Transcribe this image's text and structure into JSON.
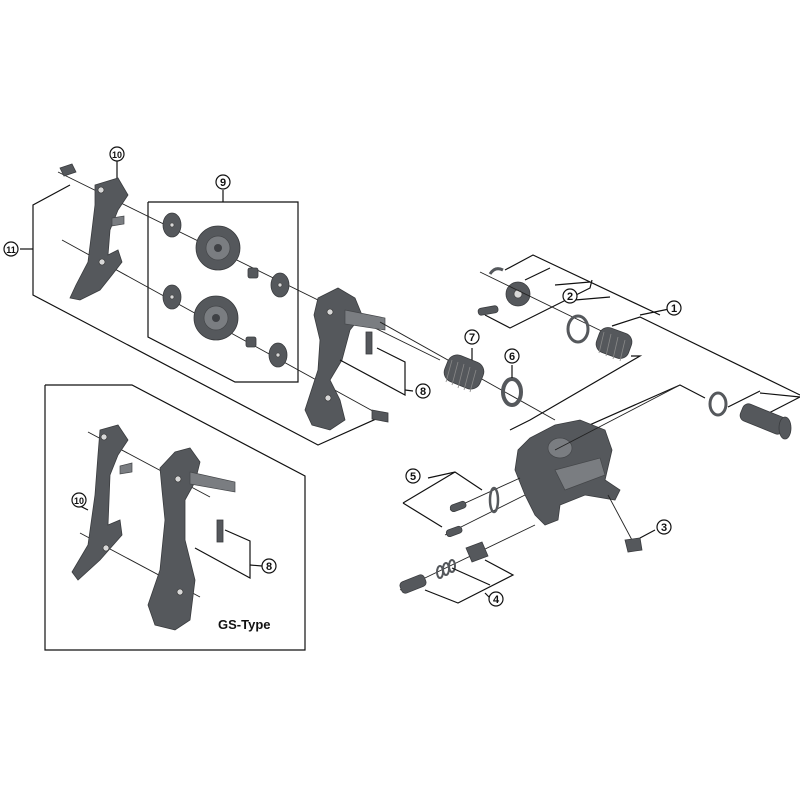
{
  "diagram": {
    "title": "Rear derailleur exploded parts diagram",
    "background": "#ffffff",
    "part_color": "#55585c",
    "line_color": "#111111",
    "callouts": [
      {
        "id": "1",
        "label": "1"
      },
      {
        "id": "2",
        "label": "2"
      },
      {
        "id": "3",
        "label": "3"
      },
      {
        "id": "4",
        "label": "4"
      },
      {
        "id": "5",
        "label": "5"
      },
      {
        "id": "6",
        "label": "6"
      },
      {
        "id": "7",
        "label": "7"
      },
      {
        "id": "8",
        "label": "8"
      },
      {
        "id": "9",
        "label": "9"
      },
      {
        "id": "10",
        "label": "10"
      },
      {
        "id": "11",
        "label": "11"
      },
      {
        "id": "8b",
        "label": "8"
      },
      {
        "id": "10b",
        "label": "10"
      }
    ],
    "inset": {
      "label": "GS-Type"
    }
  }
}
